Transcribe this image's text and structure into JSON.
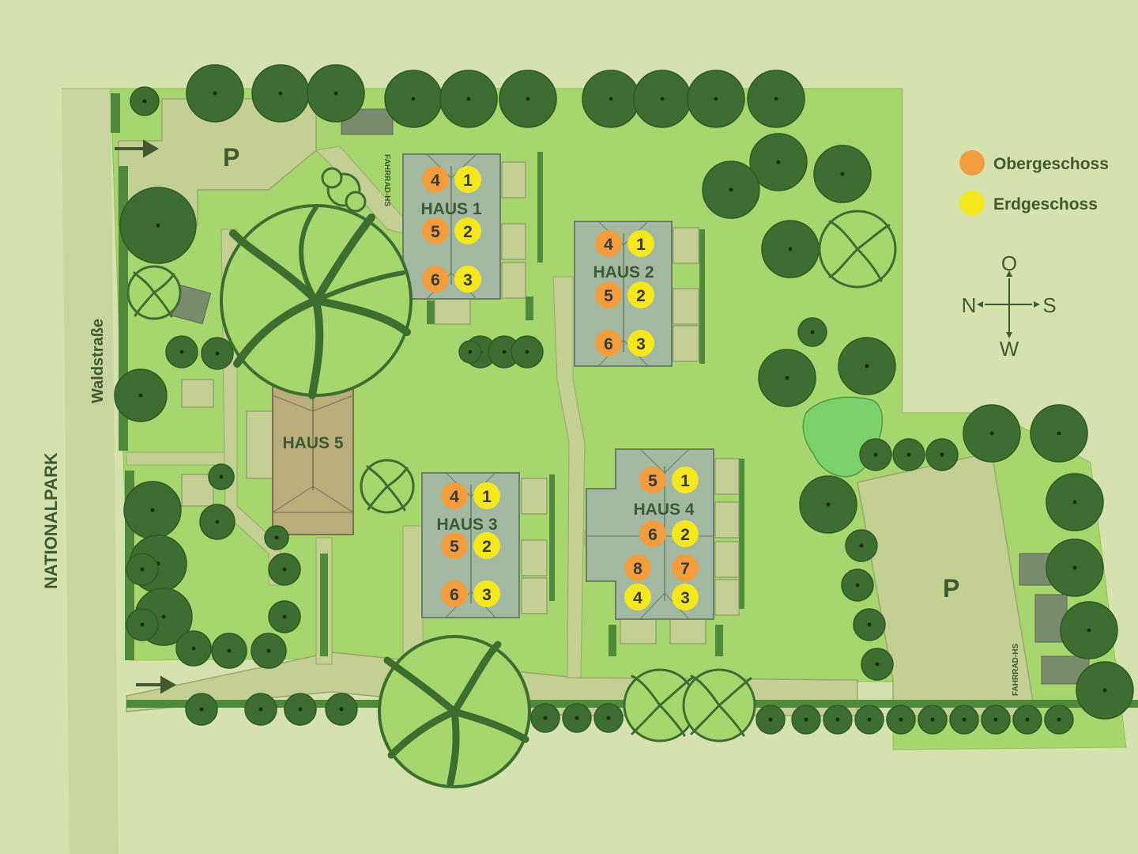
{
  "labels": {
    "nationalpark": "NATIONALPARK",
    "street": "Waldstraße",
    "parking": "P",
    "bike_shed_top": "FAHRRAD-HS",
    "bike_shed_right": "FAHRRAD-HS"
  },
  "legend": {
    "upper_floor": "Obergeschoss",
    "ground_floor": "Erdgeschoss"
  },
  "colors": {
    "upper_floor": "#f19d3e",
    "ground_floor": "#f4e61f",
    "lawn": "#a7d66f",
    "background": "#d6e2ad",
    "road": "#c9d59f",
    "house": "#a3b8a0",
    "tree": "#3d6e30",
    "pond": "#7cd06a"
  },
  "compass": {
    "north": "N",
    "south": "S",
    "east": "O",
    "west": "W"
  },
  "houses": [
    {
      "name": "HAUS 1",
      "units": [
        "4",
        "1",
        "5",
        "2",
        "6",
        "3"
      ]
    },
    {
      "name": "HAUS 2",
      "units": [
        "4",
        "1",
        "5",
        "2",
        "6",
        "3"
      ]
    },
    {
      "name": "HAUS 3",
      "units": [
        "4",
        "1",
        "5",
        "2",
        "6",
        "3"
      ]
    },
    {
      "name": "HAUS 4",
      "units": [
        "5",
        "1",
        "6",
        "2",
        "8",
        "7",
        "4",
        "3"
      ]
    },
    {
      "name": "HAUS 5"
    }
  ]
}
